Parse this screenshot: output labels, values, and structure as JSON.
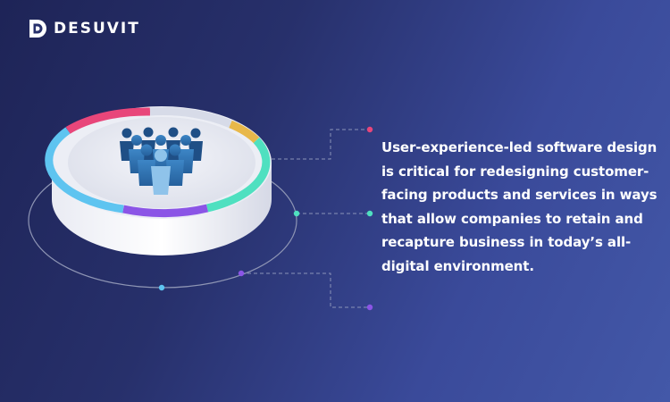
{
  "brand": {
    "name": "DESUVIT",
    "logo_letter": "D"
  },
  "content": {
    "description": "User-experience-led software design is critical for redesigning customer-facing products and services in ways that allow companies to retain and recapture business in today’s all-digital environment."
  },
  "colors": {
    "background_start": "#1e2457",
    "background_end": "#4358a8",
    "pink": "#e8467a",
    "teal": "#4fe0c0",
    "purple": "#8b55e6",
    "blue": "#5ec4f0",
    "yellow": "#e8b84a",
    "people": "#2e74b5"
  },
  "icons": [
    "logo-mark-icon",
    "people-group-icon"
  ]
}
